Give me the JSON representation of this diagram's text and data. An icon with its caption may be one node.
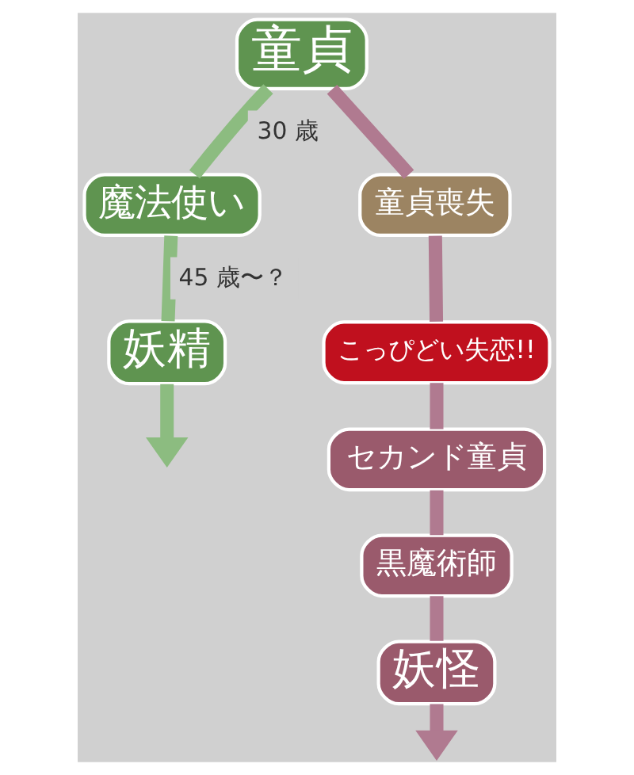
{
  "diagram": {
    "nodes": [
      {
        "text": [
          "童貞"
        ]
      },
      {
        "text": [
          "魔法使い"
        ]
      },
      {
        "text": [
          "妖精"
        ]
      },
      {
        "text": [
          "童貞喪失"
        ]
      },
      {
        "text": [
          "こっぴどい失恋!!"
        ]
      },
      {
        "text": [
          "セカンド童貞"
        ]
      },
      {
        "text": [
          "黒魔術師"
        ]
      },
      {
        "text": [
          "妖怪"
        ]
      }
    ],
    "edges": [
      {
        "from": 0,
        "to": 1,
        "arrow": "none",
        "label": "30 歳",
        "color": "#8cbc80"
      },
      {
        "from": 1,
        "to": 2,
        "arrow": "none",
        "label": "45 歳〜？",
        "color": "#8cbc80"
      },
      {
        "from": 2,
        "to": null,
        "arrow": "to",
        "color": "#8cbc80"
      },
      {
        "from": 0,
        "to": 3,
        "arrow": "none"
      },
      {
        "from": 3,
        "to": 4,
        "arrow": "none"
      },
      {
        "from": 4,
        "to": 5,
        "arrow": "none"
      },
      {
        "from": 5,
        "to": 6,
        "arrow": "none"
      },
      {
        "from": 6,
        "to": 7,
        "arrow": "none"
      },
      {
        "from": 7,
        "to": null,
        "arrow": "to"
      }
    ]
  }
}
